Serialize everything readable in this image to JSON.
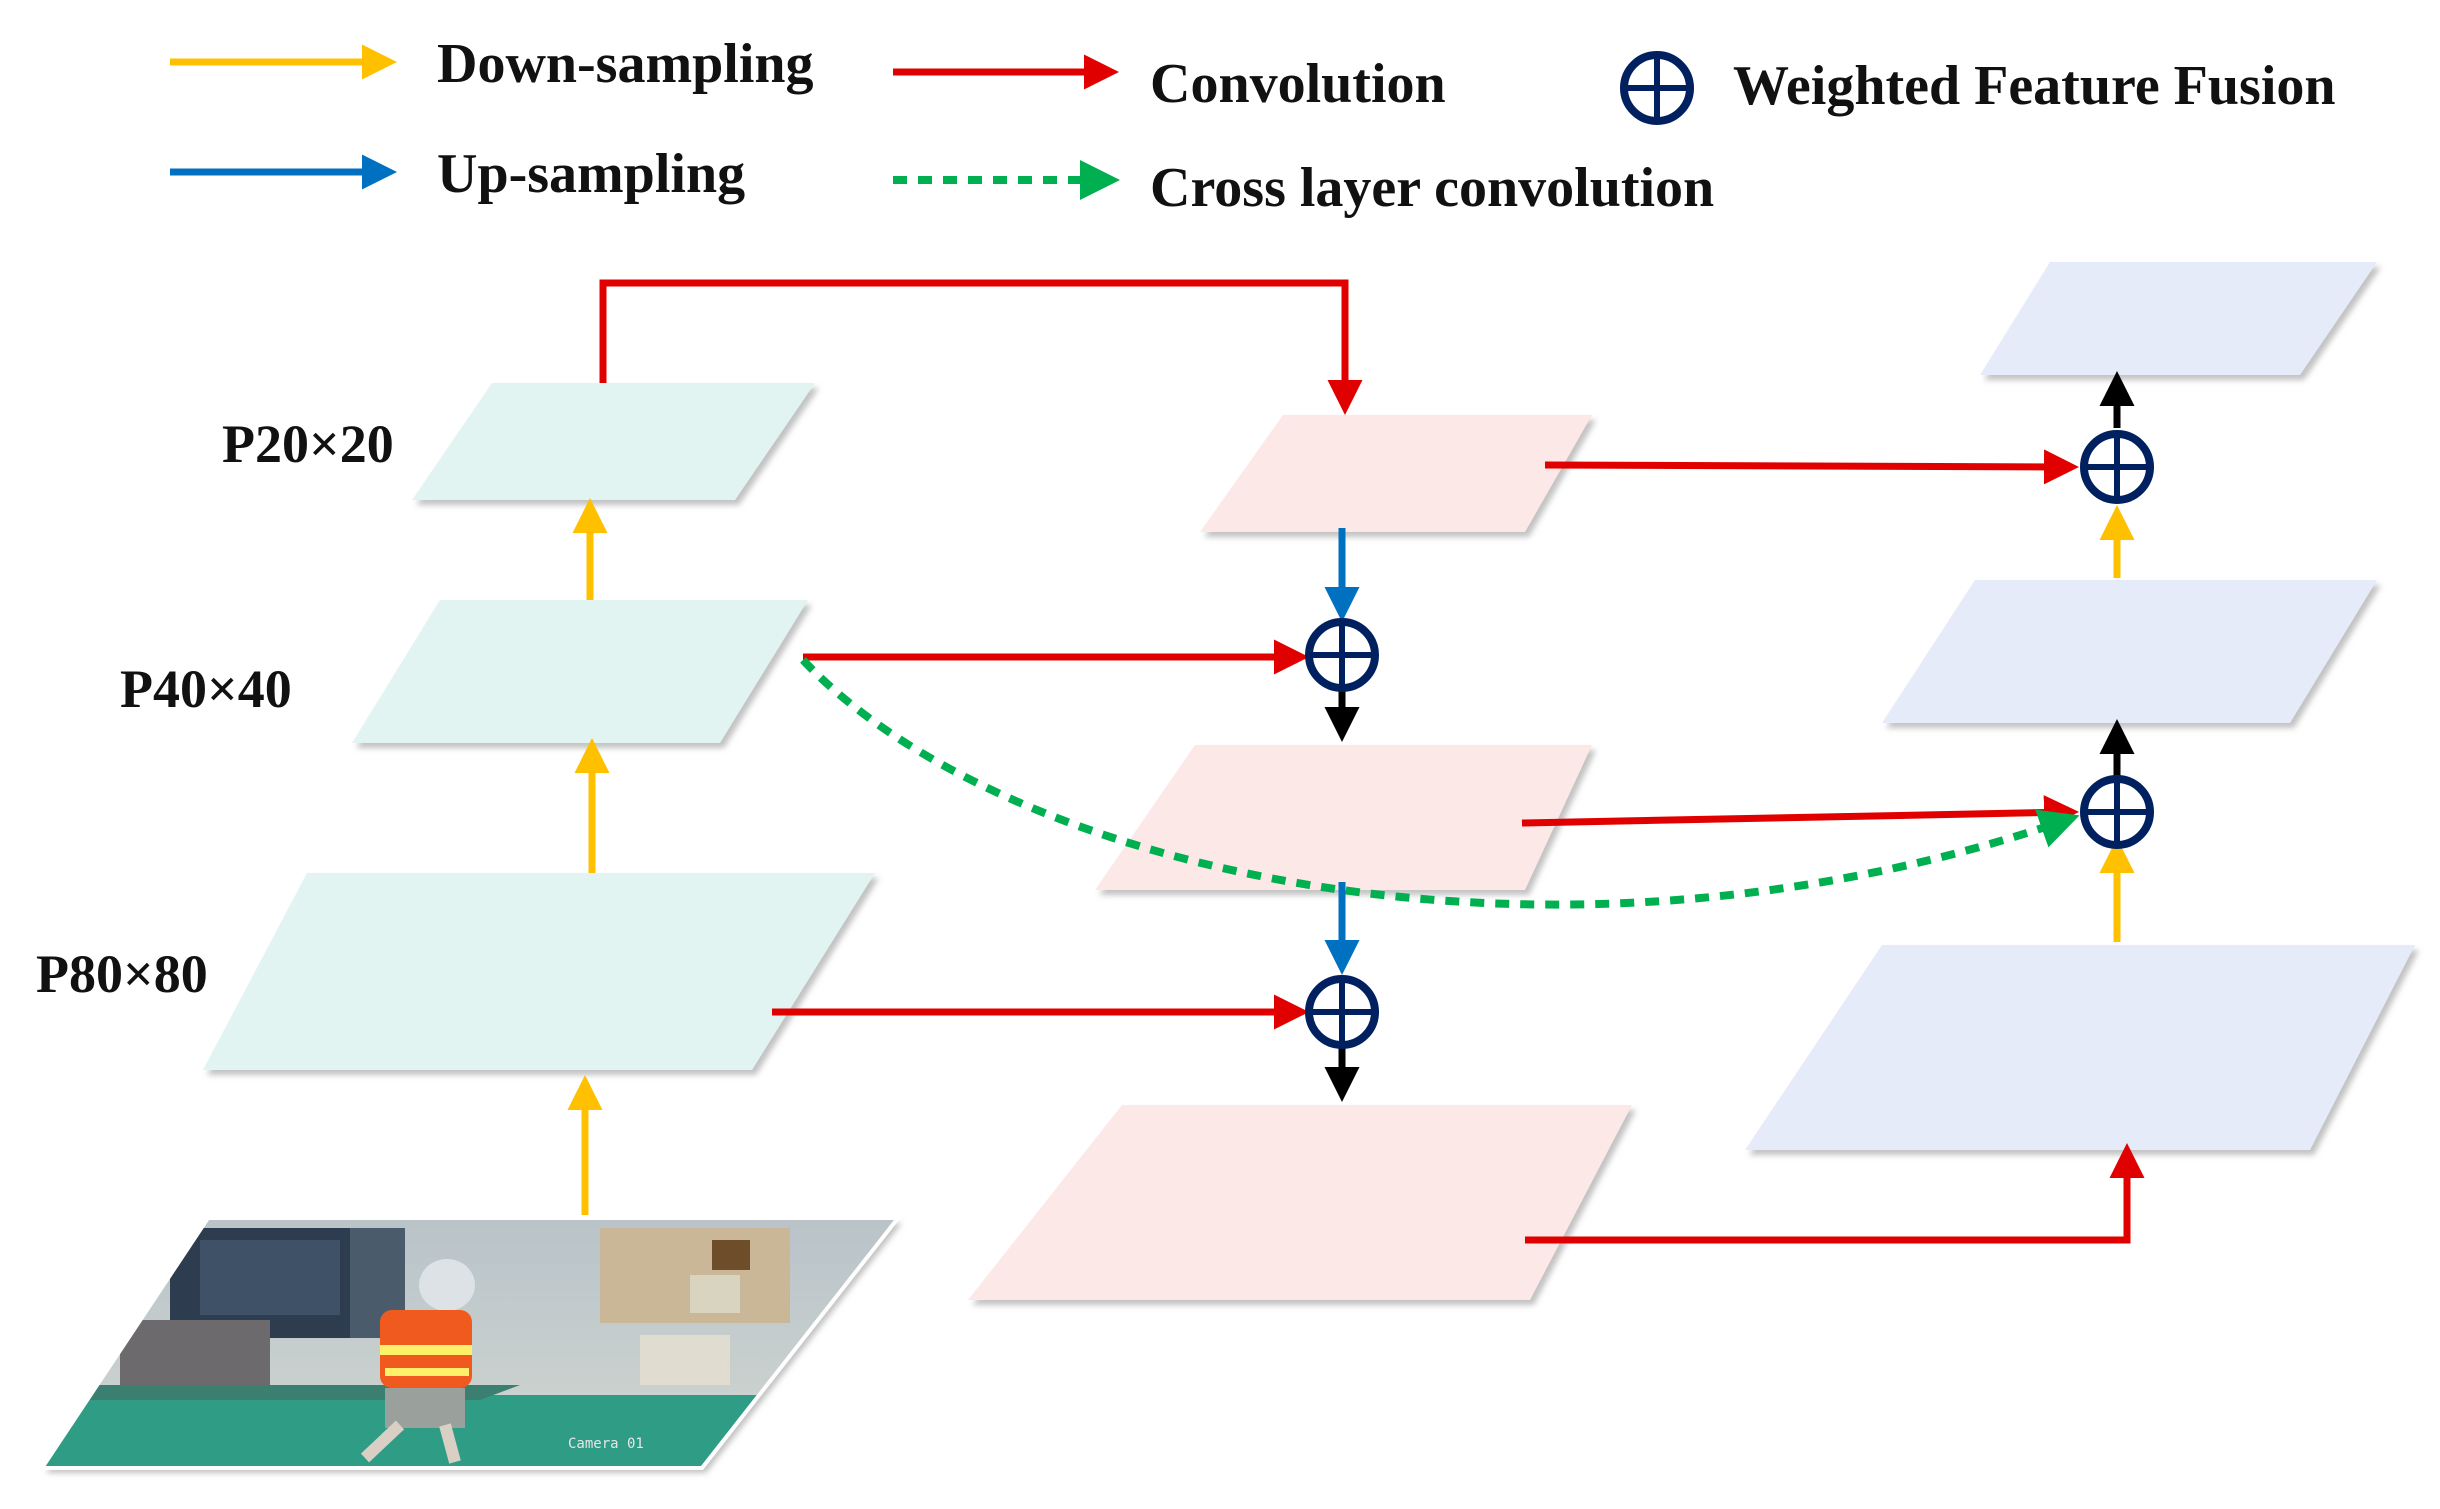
{
  "legend": {
    "downsampling": "Down-sampling",
    "upsampling": "Up-sampling",
    "convolution": "Convolution",
    "cross_layer": "Cross layer convolution",
    "fusion": "Weighted Feature Fusion"
  },
  "levels": {
    "p20": "P20×20",
    "p40": "P40×40",
    "p80": "P80×80"
  },
  "input_image": {
    "camera_label": "Camera 01"
  },
  "colors": {
    "down_sampling": "#ffc000",
    "up_sampling": "#0070c0",
    "convolution": "#e00000",
    "cross_layer": "#00b050",
    "fusion": "#002060",
    "backbone_fill": "#e2f4f1",
    "neck_fill": "#fde8e8",
    "head_fill": "#e6ebfa"
  },
  "icons": {
    "fusion": "circled-plus-icon"
  }
}
